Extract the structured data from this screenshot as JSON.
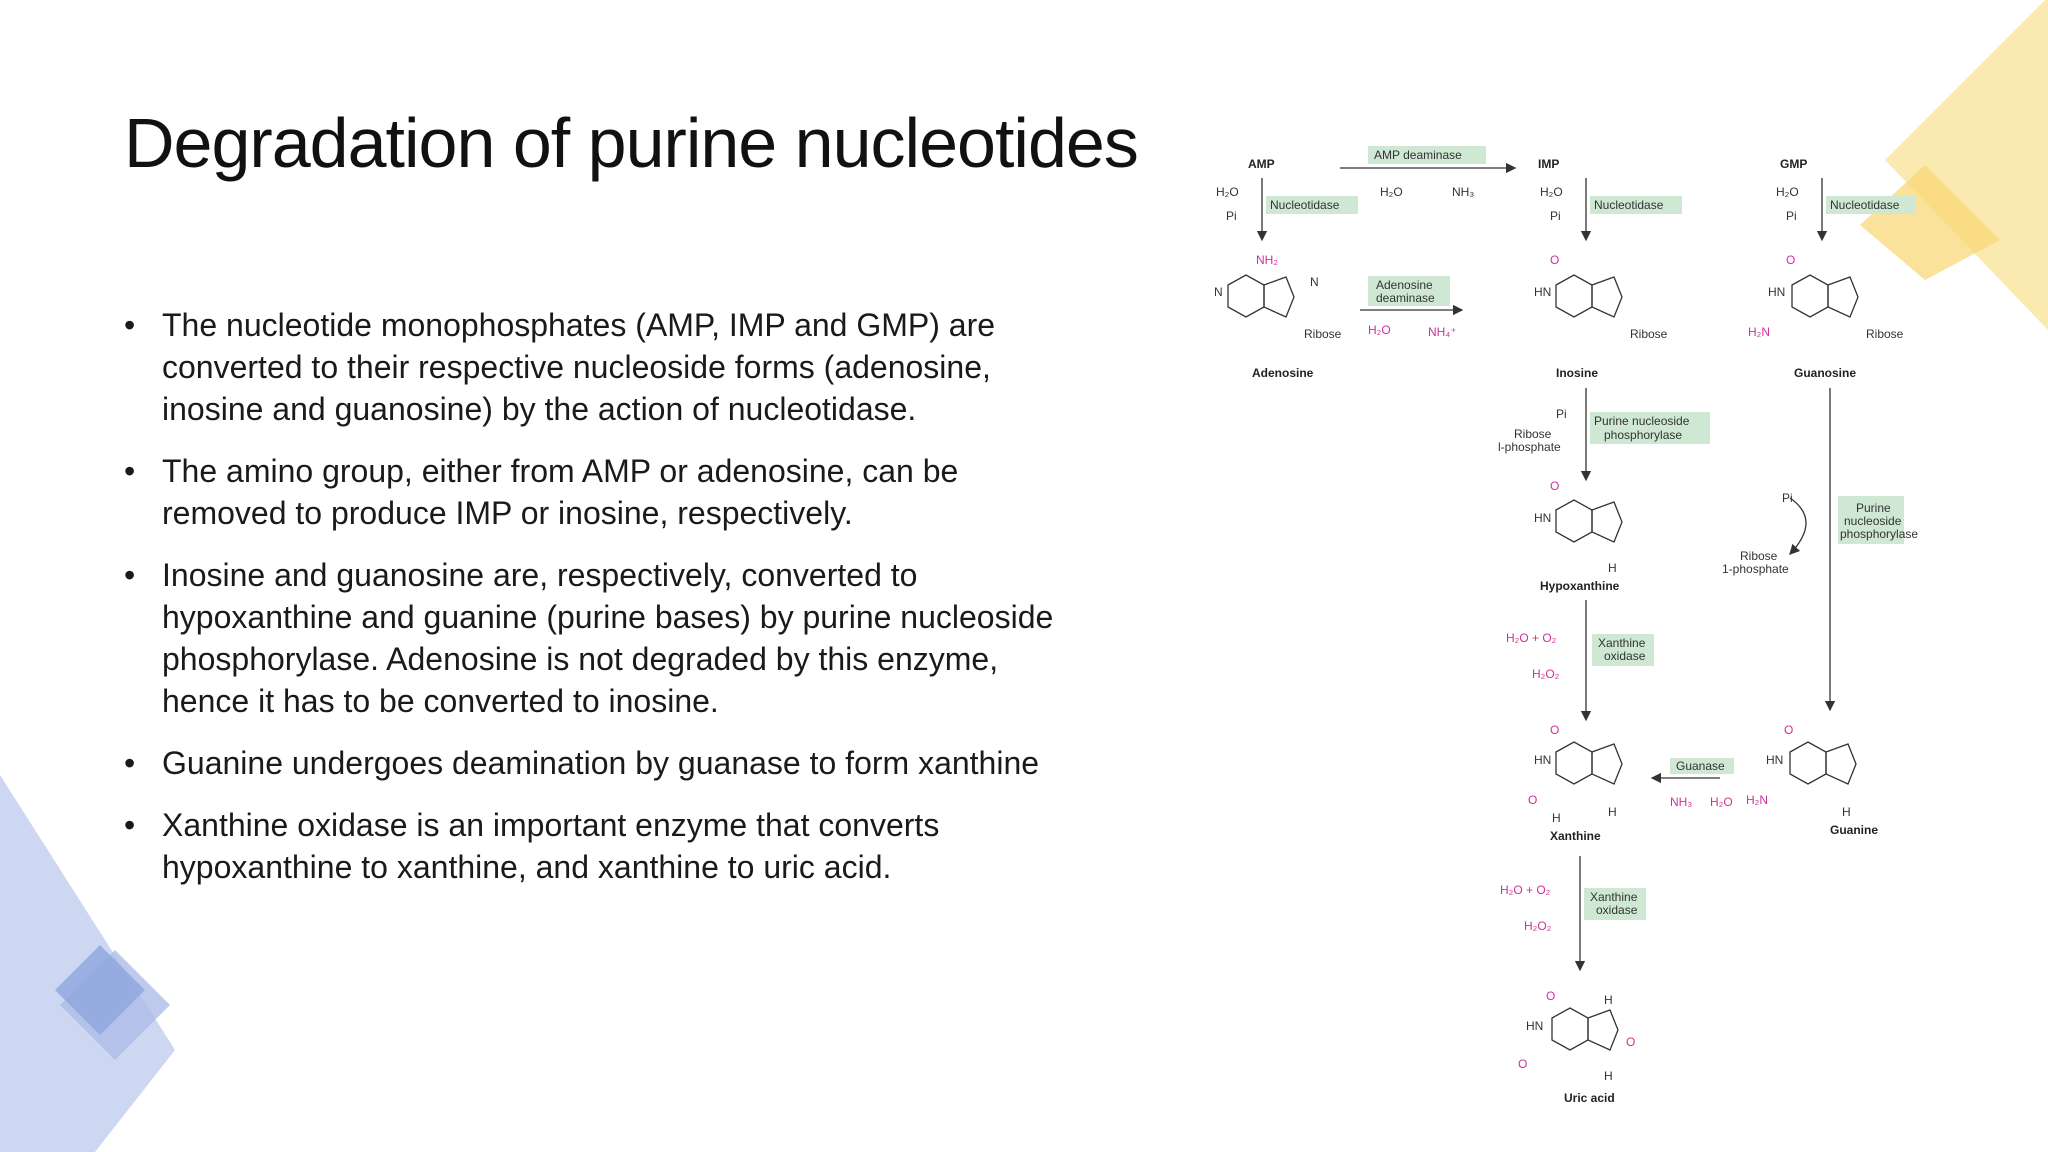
{
  "slide": {
    "title": "Degradation of purine nucleotides",
    "bullets": [
      "The nucleotide monophosphates (AMP, IMP and GMP) are converted to their respective nucleoside forms (adenosine, inosine and guanosine) by the action of nucleotidase.",
      "The amino group, either from AMP or adenosine, can be removed to produce IMP or inosine, respectively.",
      "Inosine and guanosine are, respectively, converted to hypoxanthine and guanine (purine bases) by purine nucleoside phosphorylase. Adenosine is not degraded by this enzyme, hence it has to be converted to inosine.",
      "Guanine undergoes deamination by guanase to form xanthine",
      "Xanthine oxidase is an important enzyme that converts hypoxanthine to xanthine, and xanthine to uric acid."
    ]
  },
  "colors": {
    "accent_blue": "#c5d0ee",
    "accent_blue_dark": "#8fa6de",
    "accent_yellow": "#fbe8a6",
    "accent_yellow_dark": "#f8d670",
    "enzyme_box": "#cfe8d3",
    "highlight_pink": "#d0309a"
  },
  "diagram": {
    "compounds": {
      "amp": "AMP",
      "imp": "IMP",
      "gmp": "GMP",
      "adenosine": "Adenosine",
      "inosine": "Inosine",
      "guanosine": "Guanosine",
      "hypoxanthine": "Hypoxanthine",
      "xanthine": "Xanthine",
      "guanine": "Guanine",
      "uric_acid": "Uric acid"
    },
    "enzymes": {
      "amp_deaminase": "AMP deaminase",
      "nucleotidase": "Nucleotidase",
      "adenosine_deaminase_1": "Adenosine",
      "adenosine_deaminase_2": "deaminase",
      "pnp_1": "Purine nucleoside",
      "pnp_2": "phosphorylase",
      "pnp_r1": "Purine",
      "pnp_r2": "nucleoside",
      "pnp_r3": "phosphorylase",
      "xo_1": "Xanthine",
      "xo_2": "oxidase",
      "guanase": "Guanase"
    },
    "reagents": {
      "h2o": "H₂O",
      "pi": "Pi",
      "nh3": "NH₃",
      "nh4": "NH₄⁺",
      "ribose": "Ribose",
      "ribose_1p_a": "Ribose",
      "ribose_1p_b": "l-phosphate",
      "ribose_1p_c": "1-phosphate",
      "h2o_o2": "H₂O + O₂",
      "h2o2": "H₂O₂"
    },
    "atoms": {
      "n": "N",
      "hn": "HN",
      "h": "H",
      "o": "O",
      "nh2": "NH₂",
      "h2n": "H₂N"
    }
  }
}
